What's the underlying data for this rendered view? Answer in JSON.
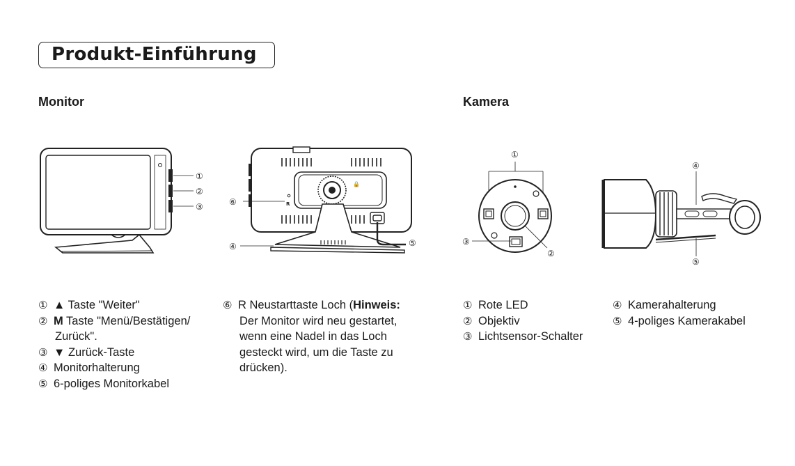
{
  "page": {
    "title": "Produkt-Einführung",
    "monitor_heading": "Monitor",
    "camera_heading": "Kamera"
  },
  "callouts": [
    "①",
    "②",
    "③",
    "④",
    "⑤",
    "⑥"
  ],
  "monitor_back_label": "R",
  "monitor_list": [
    {
      "num": "①",
      "sym": "▲",
      "text": "Taste \"Weiter\""
    },
    {
      "num": "②",
      "sym": "M",
      "text": "Taste \"Menü/Bestätigen/",
      "cont": "Zurück\"."
    },
    {
      "num": "③",
      "sym": "▼",
      "text": "Zurück-Taste"
    },
    {
      "num": "④",
      "text": "Monitorhalterung"
    },
    {
      "num": "⑤",
      "text": "6-poliges Monitorkabel"
    }
  ],
  "note": {
    "num": "⑥",
    "text": "R Neustarttaste Loch (",
    "bold": "Hinweis:",
    "lines": [
      "Der Monitor wird neu gestartet,",
      "wenn eine Nadel in das Loch",
      "gesteckt wird, um die Taste zu",
      "drücken)."
    ]
  },
  "camera_list_a": [
    {
      "num": "①",
      "text": "Rote LED"
    },
    {
      "num": "②",
      "text": "Objektiv"
    },
    {
      "num": "③",
      "text": "Lichtsensor-Schalter"
    }
  ],
  "camera_list_b": [
    {
      "num": "④",
      "text": "Kamerahalterung"
    },
    {
      "num": "⑤",
      "text": "4-poliges Kamerakabel"
    }
  ]
}
